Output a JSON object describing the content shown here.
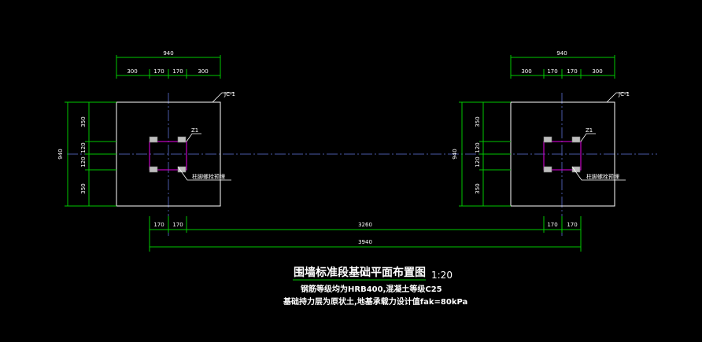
{
  "title": "围墙标准段基础平面布置图",
  "scale": "1:20",
  "notes": [
    "钢筋等级均为HRB400,混凝土等级C25",
    "基础持力层为原状土,地基承载力设计值fak=80kPa"
  ],
  "footing_label": "JC-1",
  "column_label": "Z1",
  "embed_label": "柱脚螺栓预埋",
  "dims": {
    "footing_width": "940",
    "top_parts": [
      "300",
      "170",
      "170",
      "300"
    ],
    "side_parts": [
      "350",
      "120",
      "120",
      "350"
    ],
    "footing_height": "940",
    "bottom_left": [
      "170",
      "170"
    ],
    "bottom_mid": "3260",
    "bottom_right": [
      "170",
      "170"
    ],
    "total": "3940"
  },
  "colors": {
    "background": "#000000",
    "dimension": "#00c800",
    "centerline": "#4a5aa8",
    "column": "#c000c0",
    "outline": "#ffffff"
  }
}
